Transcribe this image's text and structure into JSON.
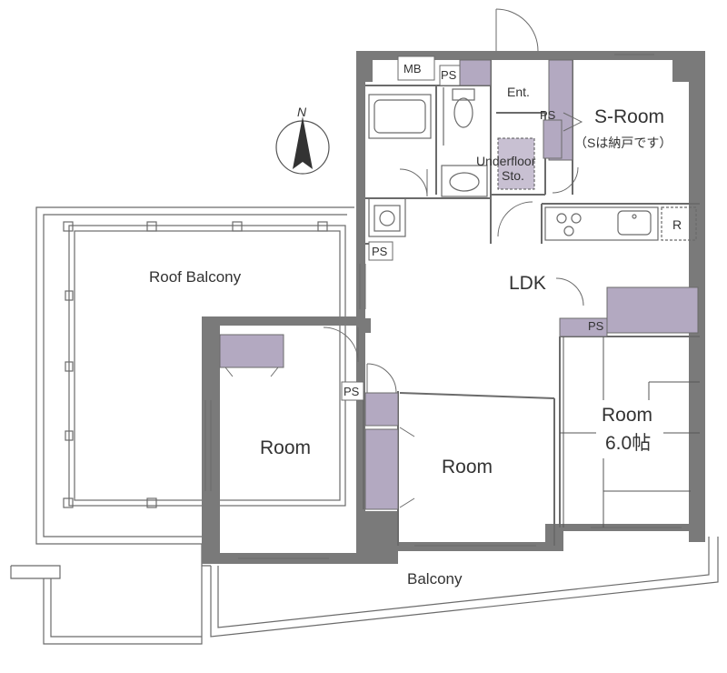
{
  "compass": {
    "label": "N",
    "icon": "north-arrow-icon"
  },
  "labels": {
    "mb": "MB",
    "ps": "PS",
    "entrance": "Ent.",
    "s_room_title": "S-Room",
    "s_room_note": "（Sは納戸です）",
    "underfloor_line1": "Underfloor",
    "underfloor_line2": "Sto.",
    "ldk": "LDK",
    "refrigerator": "R",
    "roof_balcony": "Roof Balcony",
    "room": "Room",
    "room_japanese_size": "6.0帖",
    "balcony": "Balcony"
  },
  "colors": {
    "wall": "#7a7a7a",
    "closet": "#b3a9c1",
    "line": "#6b6b6b",
    "text": "#333333",
    "tatami": "#555555"
  }
}
